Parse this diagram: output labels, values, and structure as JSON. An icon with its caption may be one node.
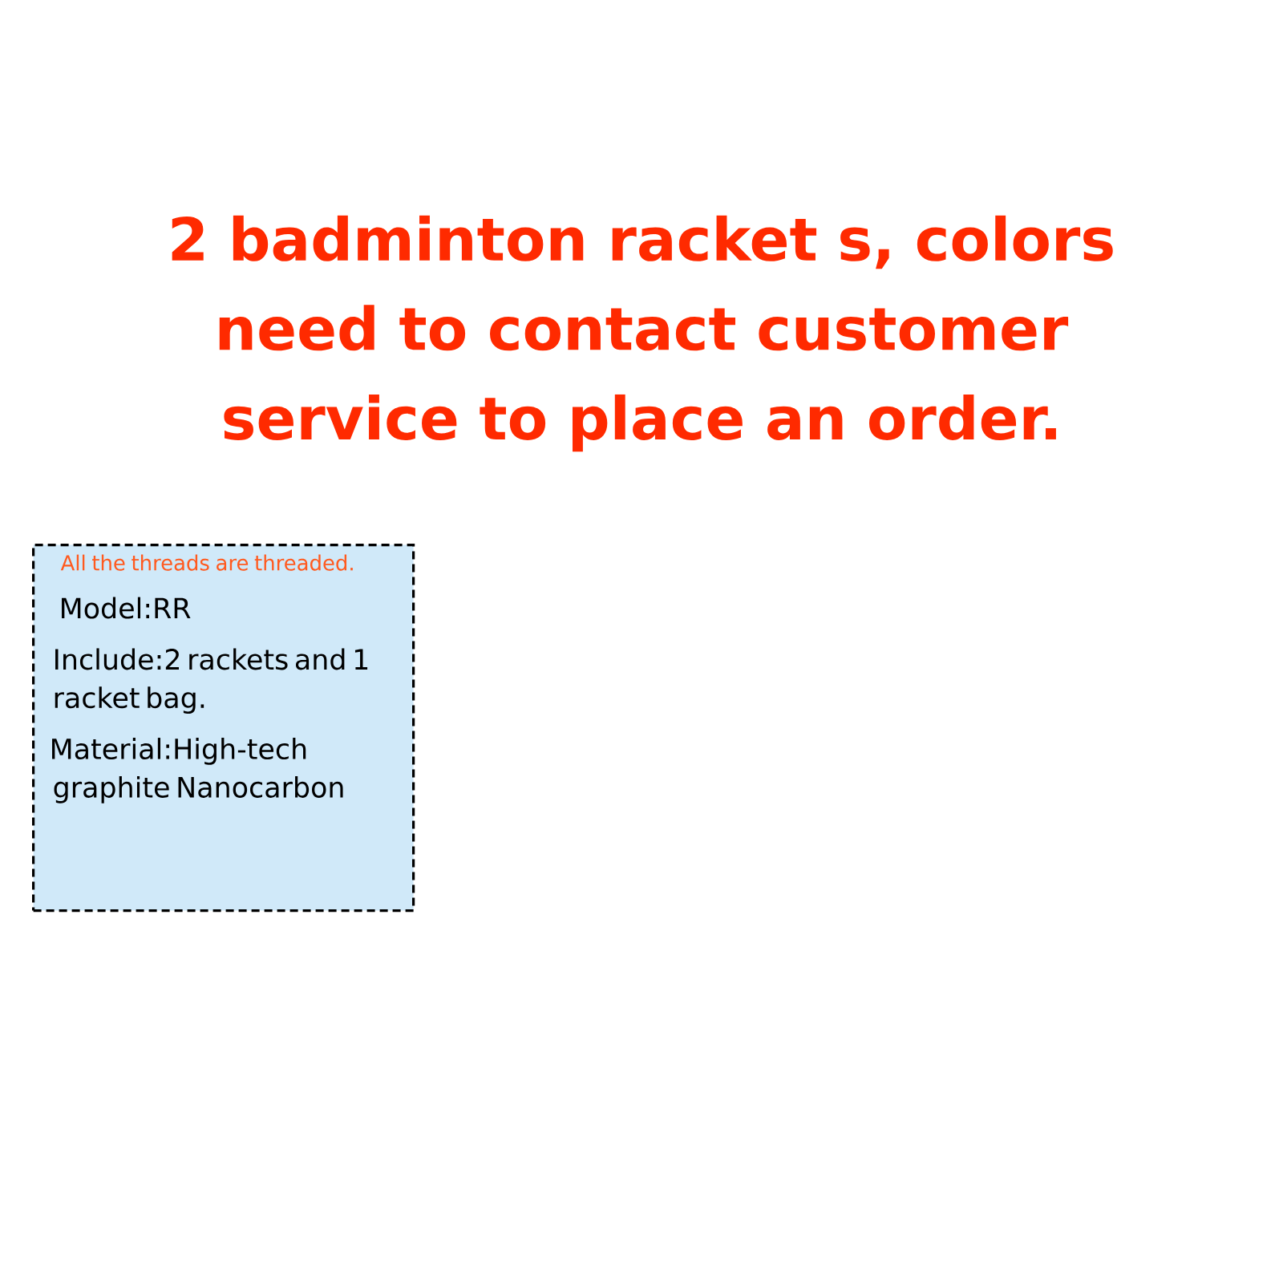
{
  "diagram": {
    "title": "2 badminton racket s, colors need to contact customer service to place an order.",
    "nodes": [
      {
        "text": [
          "All the threads are threaded.",
          "Model:RR",
          "Include:2 rackets and 1 racket bag.",
          "Material:High-tech graphite Nanocarbon"
        ]
      }
    ]
  }
}
